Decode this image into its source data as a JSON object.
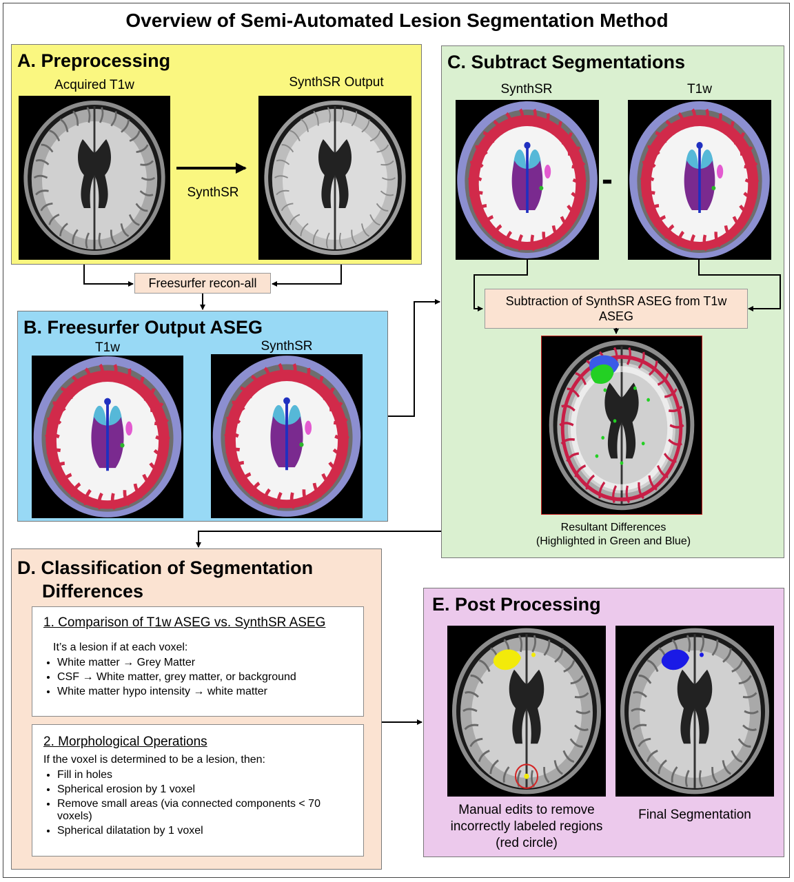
{
  "title": "Overview of Semi-Automated Lesion Segmentation Method",
  "colors": {
    "panel_a": "#faf780",
    "panel_b": "#98d9f5",
    "panel_c": "#daf0d0",
    "panel_d": "#fbe3d2",
    "panel_e": "#ecc9ec",
    "process_box": "#fbe3d2"
  },
  "panel_a": {
    "heading": "A.  Preprocessing",
    "left_label": "Acquired T1w",
    "right_label": "SynthSR Output",
    "arrow_label": "SynthSR"
  },
  "recon_box": "Freesurfer recon-all",
  "panel_b": {
    "heading": "B.  Freesurfer Output ASEG",
    "left_label": "T1w",
    "right_label": "SynthSR"
  },
  "panel_c": {
    "heading": "C.  Subtract Segmentations",
    "left_label": "SynthSR",
    "right_label": "T1w",
    "minus": "-",
    "subtraction_box": "Subtraction of SynthSR ASEG from T1w ASEG",
    "result_caption_1": "Resultant Differences",
    "result_caption_2": "(Highlighted in Green and Blue)"
  },
  "panel_d": {
    "heading_1": "D.  Classification of Segmentation",
    "heading_2": "Differences",
    "box1": {
      "title": "1. Comparison of T1w ASEG vs. SynthSR ASEG",
      "intro": "It’s a lesion if at each voxel:",
      "items": [
        "White matter → Grey Matter",
        "CSF → White matter, grey matter, or background",
        "White matter hypo intensity → white matter"
      ]
    },
    "box2": {
      "title": "2. Morphological Operations",
      "intro": "If the voxel is determined to be a lesion, then:",
      "items": [
        "Fill in holes",
        "Spherical erosion by 1 voxel",
        "Remove small areas (via connected components < 70 voxels)",
        "Spherical dilatation by 1 voxel"
      ]
    }
  },
  "panel_e": {
    "heading": "E.  Post Processing",
    "left_caption": "Manual edits to remove incorrectly labeled regions (red circle)",
    "right_caption": "Final Segmentation"
  }
}
